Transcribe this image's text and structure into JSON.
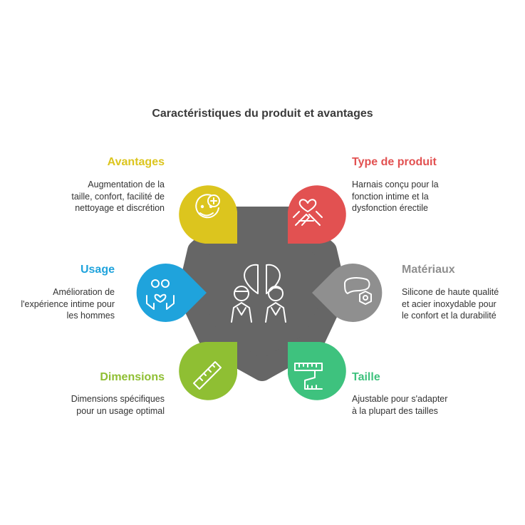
{
  "title": "Caractéristiques du produit et avantages",
  "colors": {
    "center": "#666666",
    "avantages": "#dcc51e",
    "type_produit": "#e25151",
    "usage": "#1fa3dc",
    "materiaux": "#8f8f8f",
    "dimensions": "#8fbf33",
    "taille": "#3ec27e"
  },
  "items": {
    "avantages": {
      "heading": "Avantages",
      "line1": "Augmentation de la",
      "line2": "taille, confort, facilité de",
      "line3": "nettoyage et discrétion",
      "icon": "smiley-plus-icon"
    },
    "type_produit": {
      "heading": "Type de produit",
      "line1": "Harnais conçu pour la",
      "line2": "fonction intime et la",
      "line3": "dysfonction érectile",
      "icon": "heart-hands-icon"
    },
    "usage": {
      "heading": "Usage",
      "line1": "Amélioration de",
      "line2": "l'expérience intime pour",
      "line3": "les hommes",
      "icon": "people-care-icon"
    },
    "materiaux": {
      "heading": "Matériaux",
      "line1": "Silicone de haute qualité",
      "line2": "et acier inoxydable pour",
      "line3": "le confort et la durabilité",
      "icon": "material-nut-icon"
    },
    "dimensions": {
      "heading": "Dimensions",
      "line1": "Dimensions spécifiques",
      "line2": "pour un usage optimal",
      "icon": "ruler-icon"
    },
    "taille": {
      "heading": "Taille",
      "line1": "Ajustable pour s'adapter",
      "line2": "à la plupart des tailles",
      "icon": "measuring-tape-icon"
    }
  }
}
